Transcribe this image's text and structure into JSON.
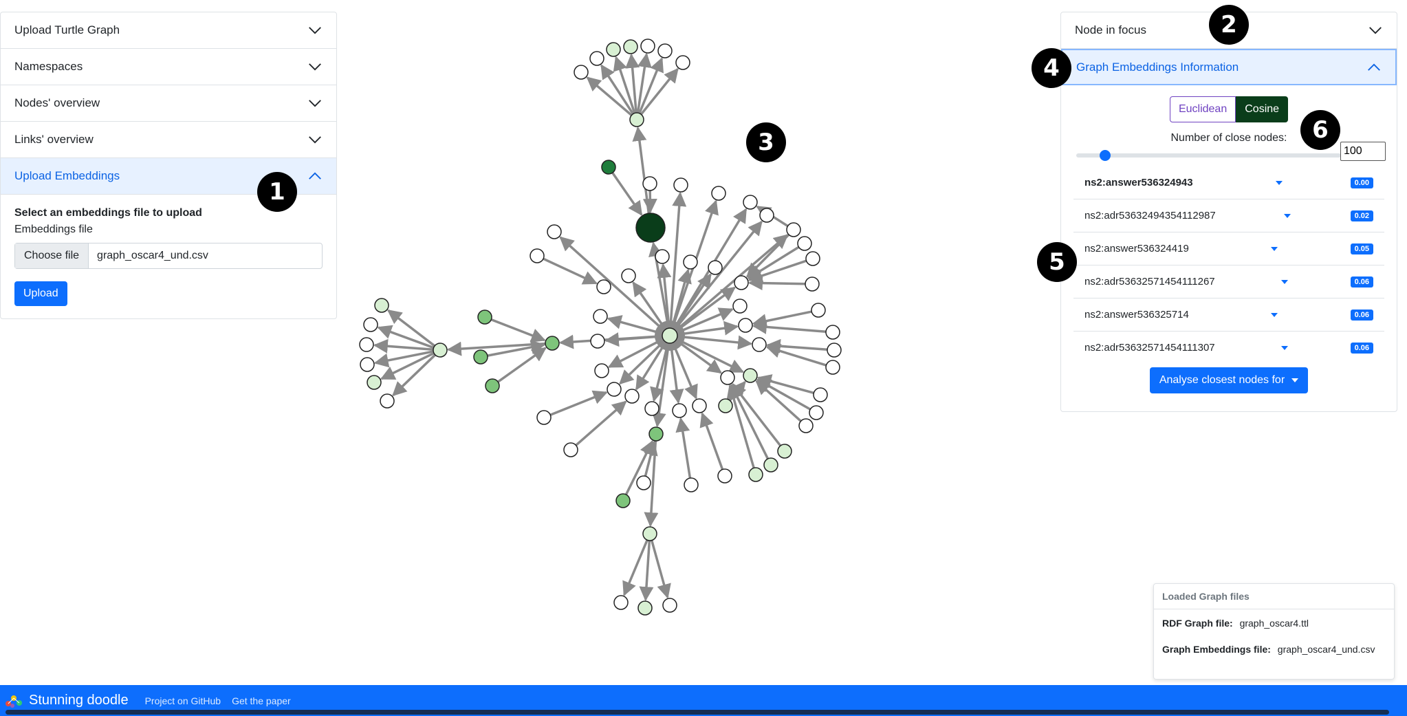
{
  "left_panel": {
    "items": [
      {
        "label": "Upload Turtle Graph"
      },
      {
        "label": "Namespaces"
      },
      {
        "label": "Nodes' overview"
      },
      {
        "label": "Links' overview"
      },
      {
        "label": "Upload Embeddings"
      }
    ],
    "upload": {
      "heading": "Select an embeddings file to upload",
      "field_label": "Embeddings file",
      "choose_label": "Choose file",
      "file_name": "graph_oscar4_und.csv",
      "upload_label": "Upload"
    }
  },
  "right_panel": {
    "node_focus": "Node in focus",
    "embeddings_title": "Graph Embeddings Information",
    "euclidean": "Euclidean",
    "cosine": "Cosine",
    "close_nodes_label": "Number of close nodes:",
    "close_nodes_value": "100",
    "slider_level": 0.11,
    "nodes": [
      {
        "name": "ns2:answer536324943",
        "score": "0.00"
      },
      {
        "name": "ns2:adr53632494354112987",
        "score": "0.02"
      },
      {
        "name": "ns2:answer536324419",
        "score": "0.05"
      },
      {
        "name": "ns2:adr53632571454111267",
        "score": "0.06"
      },
      {
        "name": "ns2:answer536325714",
        "score": "0.06"
      },
      {
        "name": "ns2:adr53632571454111307",
        "score": "0.06"
      }
    ],
    "analyse_label": "Analyse closest nodes for"
  },
  "markers": [
    "1",
    "2",
    "3",
    "4",
    "5",
    "6"
  ],
  "loaded": {
    "title": "Loaded Graph files",
    "rdf_label": "RDF Graph file:",
    "rdf_value": "graph_oscar4.ttl",
    "emb_label": "Graph Embeddings file:",
    "emb_value": "graph_oscar4_und.csv"
  },
  "footer": {
    "brand": "Stunning doodle",
    "github": "Project on GitHub",
    "paper": "Get the paper"
  },
  "colors": {
    "primary": "#0d6efd",
    "node_light": "#d8f0d3",
    "node_mid": "#7ec47b",
    "node_dark": "#1f7d3c",
    "node_focus": "#0a3d1a",
    "edge": "#8a8a8a"
  }
}
